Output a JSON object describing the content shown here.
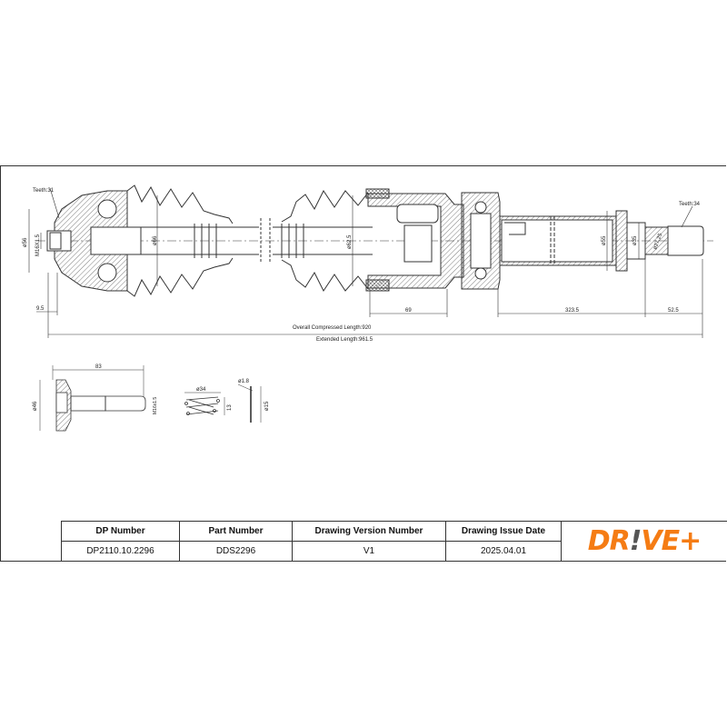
{
  "drawing": {
    "labels": {
      "teeth_left": "Teeth:31",
      "teeth_right": "Teeth:34",
      "d56": "ø56",
      "thread_left": "M16X1.5",
      "d66": "ø66",
      "d62_5": "ø62.5",
      "d55": "ø55",
      "d35": "ø35",
      "d27": "ø27.25",
      "dim_9_5": "9.5",
      "dim_69": "69",
      "dim_323_5": "323.5",
      "dim_52_5": "52.5",
      "overall": "Overall  Compressed  Length:920",
      "extended": "Extended  Length:961.5"
    },
    "parts": {
      "bolt_length": "83",
      "bolt_diameter": "ø46",
      "bolt_thread": "M16x1.5",
      "spring_diameter": "ø34",
      "spring_height": "13",
      "ring_wire": "ø1.8",
      "ring_diameter": "ø15"
    }
  },
  "table": {
    "headers": [
      "DP Number",
      "Part Number",
      "Drawing Version Number",
      "Drawing Issue Date"
    ],
    "values": [
      "DP2110.10.2296",
      "DDS2296",
      "V1",
      "2025.04.01"
    ]
  },
  "logo": {
    "part1": "DR",
    "bang": "!",
    "part2": "VE+",
    "color": "#f57c14"
  }
}
